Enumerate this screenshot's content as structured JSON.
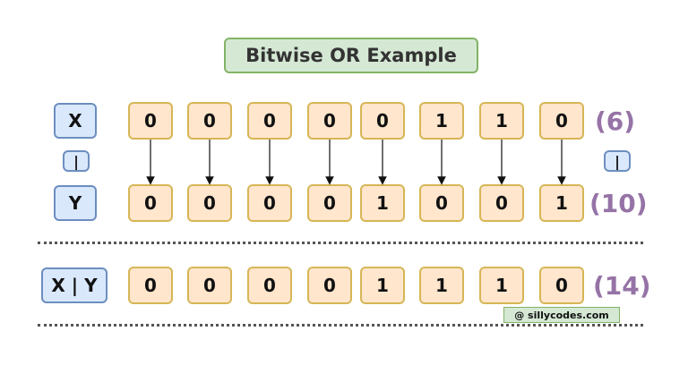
{
  "title": "Bitwise OR Example",
  "labels": {
    "x": "X",
    "or_left": "|",
    "y": "Y",
    "result": "X | Y",
    "or_right": "|"
  },
  "rows": {
    "x": {
      "bits": [
        "0",
        "0",
        "0",
        "0",
        "0",
        "1",
        "1",
        "0"
      ],
      "decimal": "(6)"
    },
    "y": {
      "bits": [
        "0",
        "0",
        "0",
        "0",
        "1",
        "0",
        "0",
        "1"
      ],
      "decimal": "(10)"
    },
    "result": {
      "bits": [
        "0",
        "0",
        "0",
        "0",
        "1",
        "1",
        "1",
        "0"
      ],
      "decimal": "(14)"
    }
  },
  "watermark": "@ sillycodes.com",
  "colors": {
    "title_fill": "#d5e8d4",
    "label_fill": "#dae8fc",
    "bit_fill": "#ffe6cc",
    "decimal_text": "#9673a6"
  }
}
